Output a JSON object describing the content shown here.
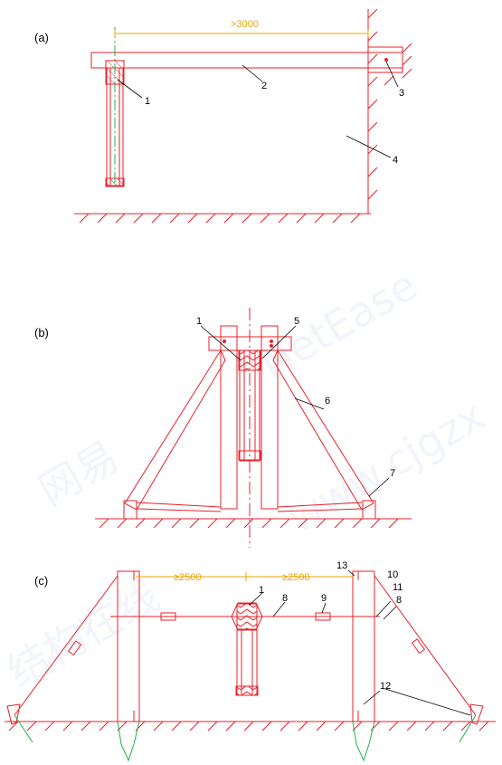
{
  "panels": {
    "a": "(a)",
    "b": "(b)",
    "c": "(c)"
  },
  "dimensions": {
    "a_span": ">3000",
    "c_left": "≥2500",
    "c_right": "≥2500"
  },
  "callouts": {
    "a": [
      "1",
      "2",
      "3",
      "4"
    ],
    "b": [
      "1",
      "5",
      "6",
      "7"
    ],
    "c": [
      "1",
      "8",
      "9",
      "13",
      "10",
      "11",
      "8",
      "12"
    ]
  },
  "watermark": {
    "w1": "网易",
    "w2": "NetEase",
    "w3": "www.cjgzx",
    "w4": "结构在线"
  },
  "colors": {
    "structure": "#e8202a",
    "ground": "#e8202a",
    "dimension": "#e8a600",
    "centerline": "#22b14c",
    "leader": "#000000",
    "watermark": "#4a78c8"
  }
}
